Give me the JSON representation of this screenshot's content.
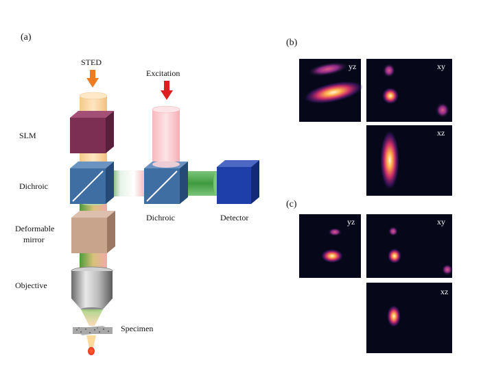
{
  "panels": {
    "a": "(a)",
    "b": "(b)",
    "c": "(c)"
  },
  "labels": {
    "sted": "STED",
    "excitation": "Excitation",
    "slm": "SLM",
    "dichroic_left": "Dichroic",
    "dichroic_center": "Dichroic",
    "detector": "Detector",
    "deformable_line1": "Deformable",
    "deformable_line2": "mirror",
    "objective": "Objective",
    "specimen": "Specimen"
  },
  "images": {
    "b": {
      "yz": "yz",
      "xy": "xy",
      "xz": "xz"
    },
    "c": {
      "yz": "yz",
      "xy": "xy",
      "xz": "xz"
    }
  },
  "colors": {
    "sted_arrow": "#ee7d22",
    "excitation_arrow": "#dd1f1f",
    "slm": "#7d2f52",
    "dichroic": "#3f6ea3",
    "detector": "#1e3fa8",
    "deformable_mirror": "#c9a48c",
    "image_bg": "#06081a"
  }
}
